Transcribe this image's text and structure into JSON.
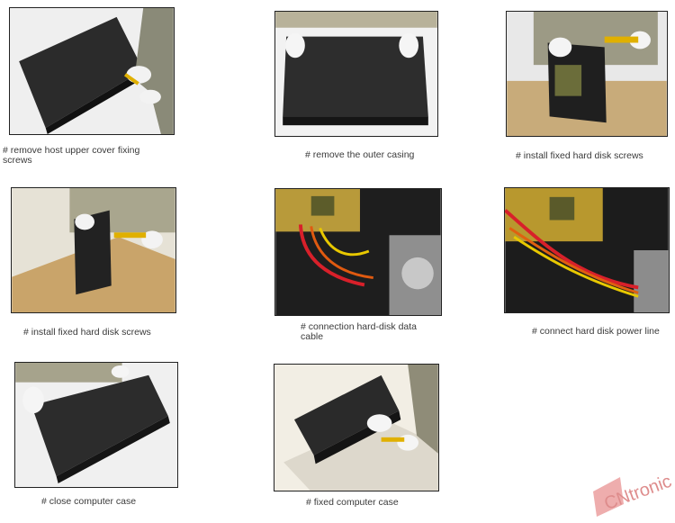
{
  "steps": [
    {
      "caption": "# remove host upper cover fixing screws"
    },
    {
      "caption": "# remove the outer casing"
    },
    {
      "caption": "# install fixed hard disk screws"
    },
    {
      "caption": "# install fixed hard disk screws"
    },
    {
      "caption": "# connection hard-disk data cable"
    },
    {
      "caption": "# connect hard disk power line"
    },
    {
      "caption": "# close computer case"
    },
    {
      "caption": "# fixed computer case"
    }
  ],
  "watermark": {
    "brand": "CNtronic"
  }
}
